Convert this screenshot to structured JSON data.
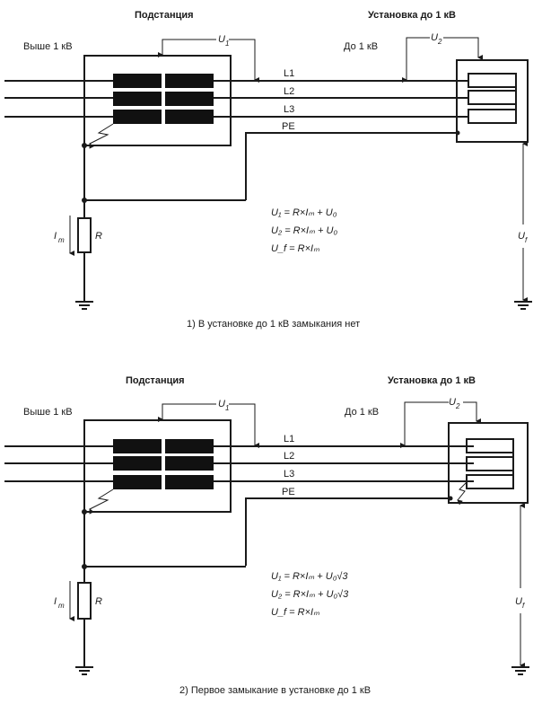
{
  "diagrams": [
    {
      "id": "no-fault",
      "substation_title": "Подстанция",
      "installation_title": "Установка до 1 кВ",
      "hv_label": "Выше 1 кВ",
      "lv_label": "До 1 кВ",
      "voltage_u1": "U",
      "voltage_u1_sub": "1",
      "voltage_u2": "U",
      "voltage_u2_sub": "2",
      "voltage_uf": "U",
      "voltage_uf_sub": "f",
      "lines": [
        "L1",
        "L2",
        "L3",
        "PE"
      ],
      "current_label": "I",
      "current_sub": "m",
      "resistor_label": "R",
      "formulas": [
        "U₁ = R×Iₘ + U₀",
        "U₂ = R×Iₘ + U₀",
        "U_f = R×Iₘ"
      ],
      "caption": "1) В установке до 1 кВ замыкания нет",
      "installation_fault": false
    },
    {
      "id": "first-fault",
      "substation_title": "Подстанция",
      "installation_title": "Установка до 1 кВ",
      "hv_label": "Выше 1 кВ",
      "lv_label": "До 1 кВ",
      "voltage_u1": "U",
      "voltage_u1_sub": "1",
      "voltage_u2": "U",
      "voltage_u2_sub": "2",
      "voltage_uf": "U",
      "voltage_uf_sub": "f",
      "lines": [
        "L1",
        "L2",
        "L3",
        "PE"
      ],
      "current_label": "I",
      "current_sub": "m",
      "resistor_label": "R",
      "formulas": [
        "U₁ = R×Iₘ + U₀√3",
        "U₂ = R×Iₘ + U₀√3",
        "U_f = R×Iₘ"
      ],
      "caption": "2) Первое замыкание в установке до 1 кВ",
      "installation_fault": true
    }
  ]
}
